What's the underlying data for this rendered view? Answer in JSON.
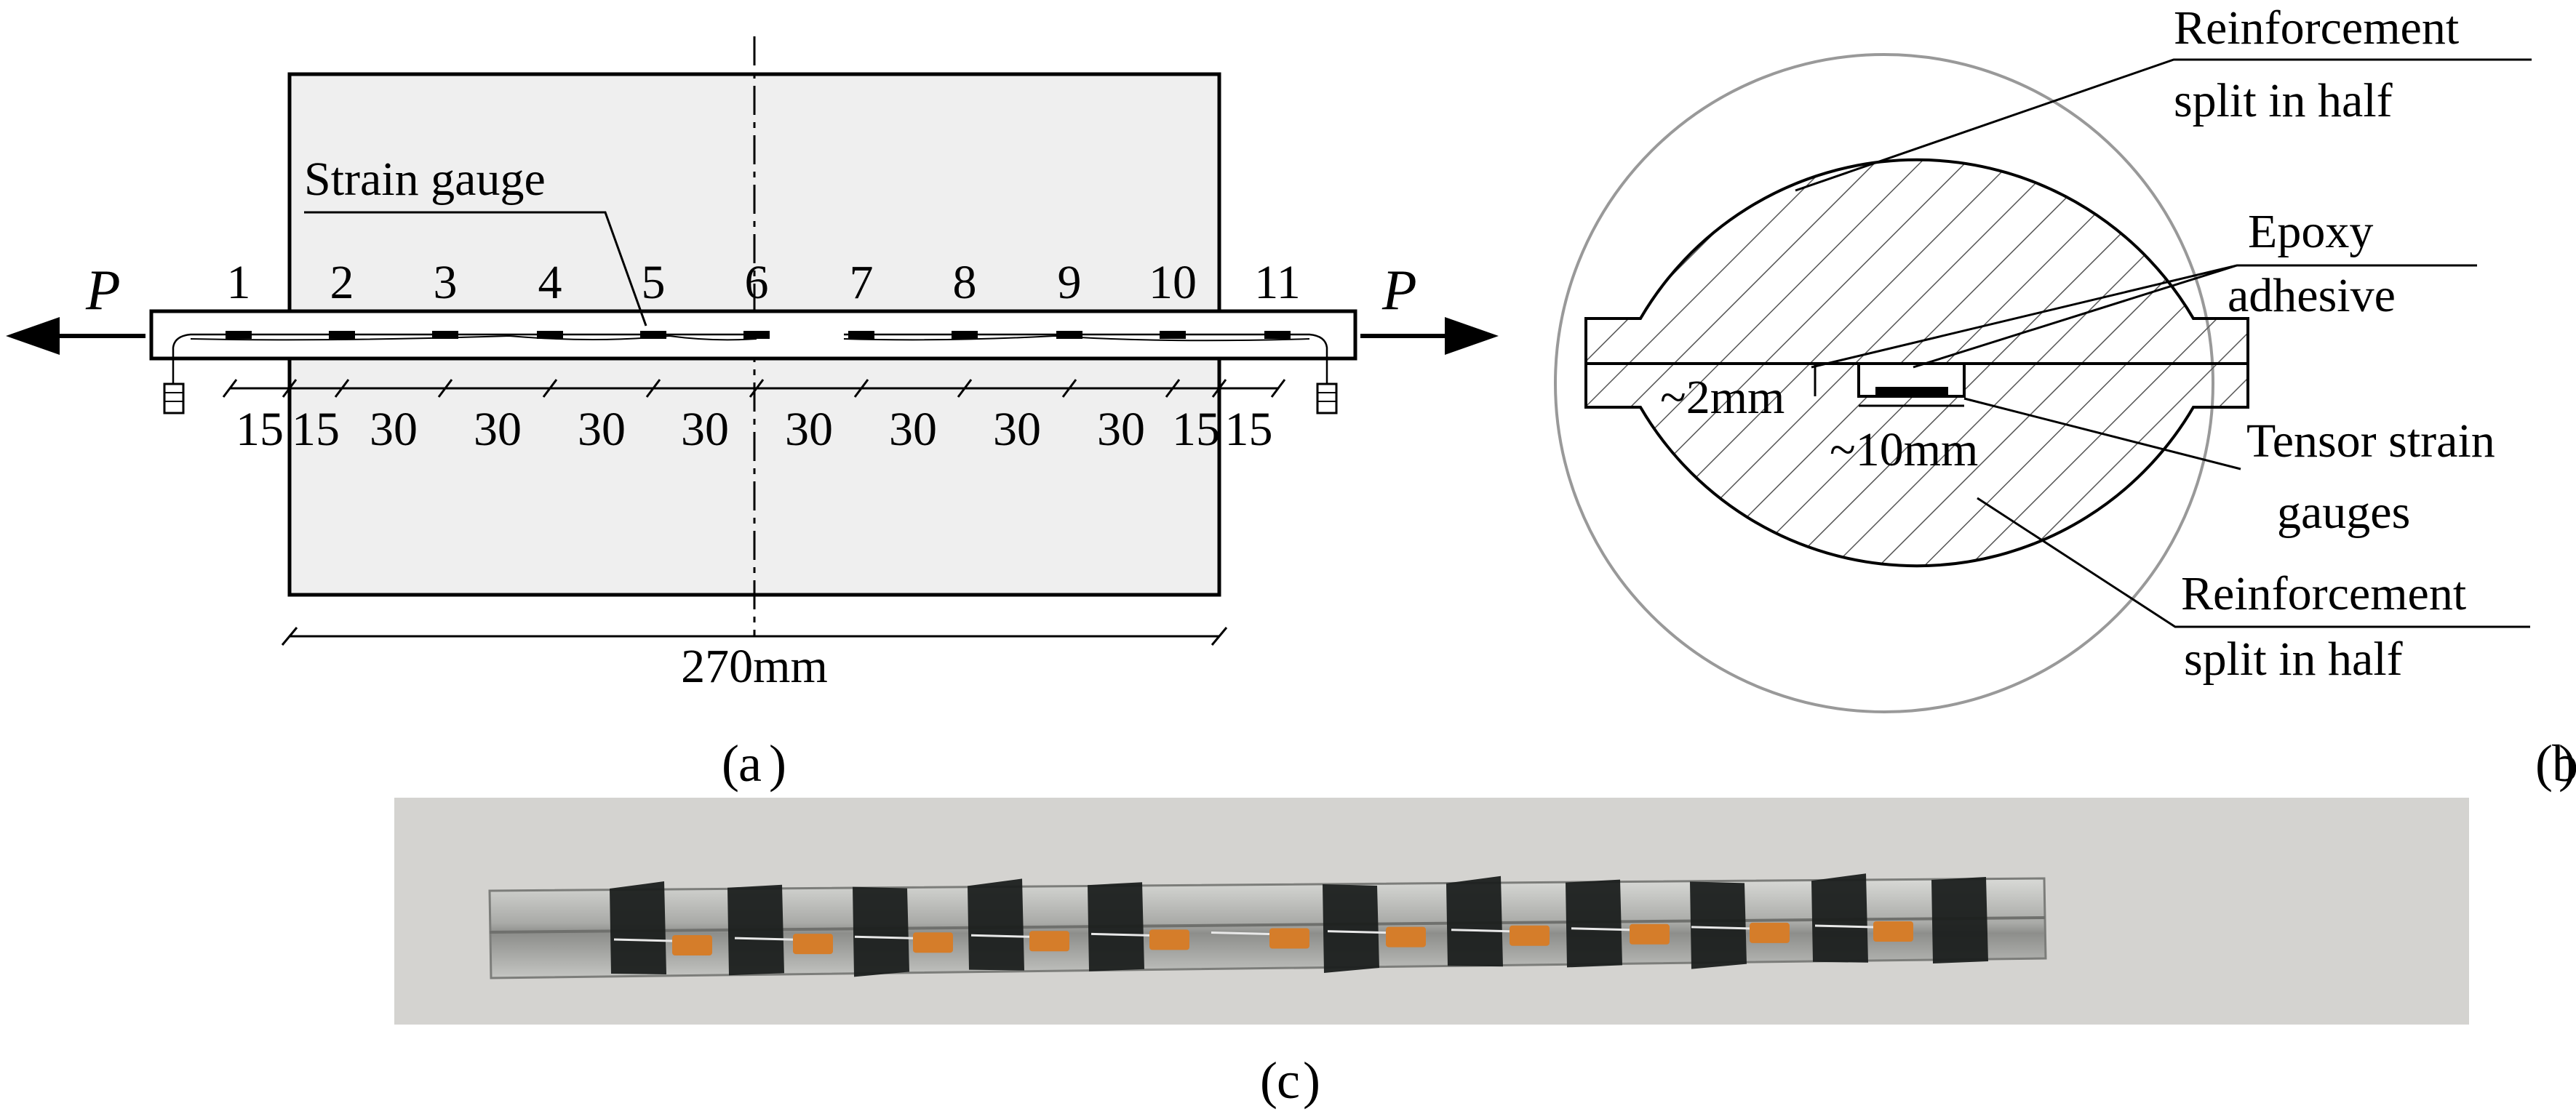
{
  "panel_a": {
    "caption_letter": "a",
    "strain_gauge_label": "Strain gauge",
    "load_label": "P",
    "gauge_numbers": [
      "1",
      "2",
      "3",
      "4",
      "5",
      "6",
      "7",
      "8",
      "9",
      "10",
      "11"
    ],
    "spacings": [
      "15",
      "15",
      "30",
      "30",
      "30",
      "30",
      "30",
      "30",
      "30",
      "30",
      "15",
      "15"
    ],
    "total_length": "270mm"
  },
  "panel_b": {
    "caption_letter": "b",
    "top_label": [
      "Reinforcement",
      "split in half"
    ],
    "epoxy_label": [
      "Epoxy",
      "adhesive"
    ],
    "depth_label": "~2mm",
    "width_label": "~10mm",
    "gauge_label": [
      "Tensor strain",
      "gauges"
    ],
    "bottom_label": [
      "Reinforcement",
      "split in half"
    ]
  },
  "panel_c": {
    "caption_letter": "c"
  },
  "colors": {
    "concrete_fill": "#efefef",
    "line": "#000000",
    "photo_bg": "#cbcac6",
    "bar_metal": "#b8b9b6",
    "tape": "#1b1f1e",
    "gauge_copper": "#d57d2a"
  }
}
